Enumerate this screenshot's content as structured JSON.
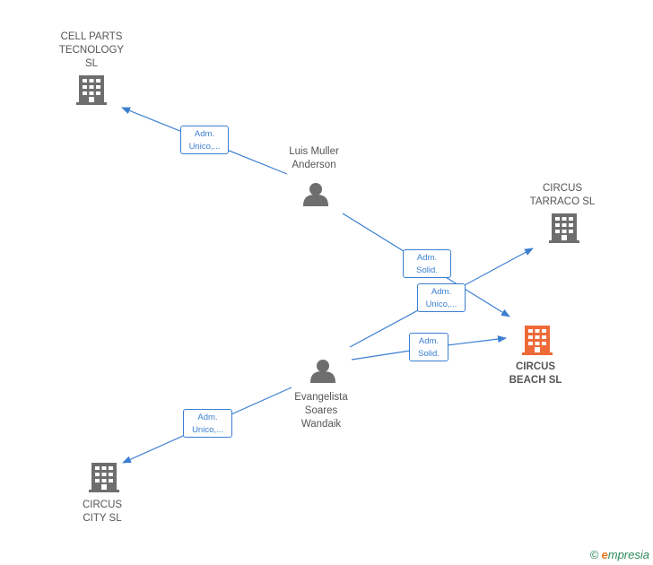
{
  "colors": {
    "edge": "#3b7fd1",
    "company": "#6e6e6e",
    "highlight": "#ee6a37",
    "person": "#6e6e6e"
  },
  "nodes": [
    {
      "id": "cell_parts",
      "type": "company",
      "label": "CELL PARTS\nTECNOLOGY\nSL",
      "highlight": false
    },
    {
      "id": "luis",
      "type": "person",
      "label": "Luis Muller\nAnderson"
    },
    {
      "id": "tarraco",
      "type": "company",
      "label": "CIRCUS\nTARRACO  SL",
      "highlight": false
    },
    {
      "id": "beach",
      "type": "company",
      "label": "CIRCUS\nBEACH  SL",
      "highlight": true
    },
    {
      "id": "evangelista",
      "type": "person",
      "label": "Evangelista\nSoares\nWandaik"
    },
    {
      "id": "city",
      "type": "company",
      "label": "CIRCUS\nCITY  SL",
      "highlight": false
    }
  ],
  "edges": [
    {
      "from": "luis",
      "to": "cell_parts",
      "label": "Adm.\nUnico,..."
    },
    {
      "from": "luis",
      "to": "beach",
      "label": "Adm.\nSolid."
    },
    {
      "from": "evangelista",
      "to": "tarraco",
      "label": "Adm.\nUnico,..."
    },
    {
      "from": "evangelista",
      "to": "beach",
      "label": "Adm.\nSolid."
    },
    {
      "from": "evangelista",
      "to": "city",
      "label": "Adm.\nUnico,..."
    }
  ],
  "footer": {
    "copyright": "©",
    "brand_initial": "e",
    "brand_rest": "mpresia"
  }
}
